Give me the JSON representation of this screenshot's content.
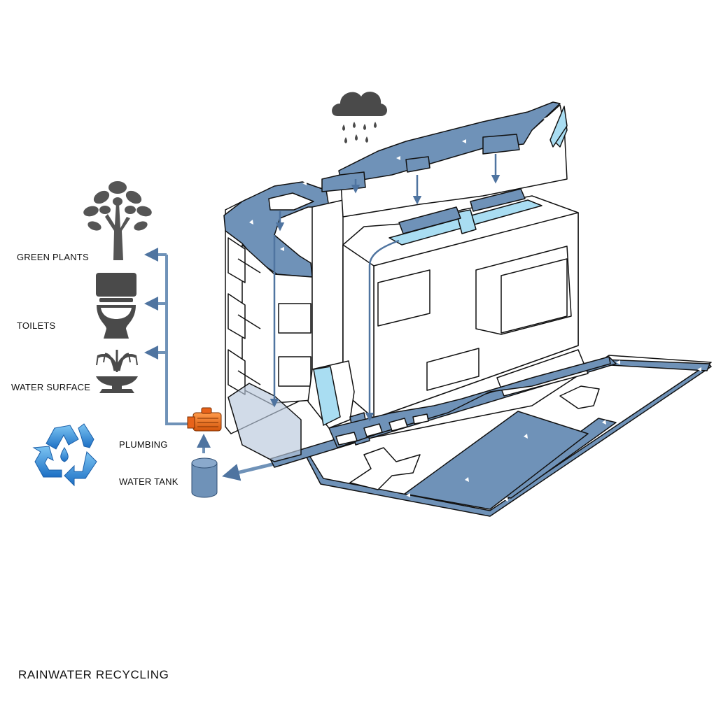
{
  "diagram": {
    "labels": {
      "green_plants": "GREEN PLANTS",
      "toilets": "TOILETS",
      "water_surface": "WATER SURFACE",
      "plumbing": "PLUMBING",
      "water_tank": "WATER TANK"
    },
    "caption": "RAINWATER RECYCLING",
    "colors": {
      "water_flow": "#6f92b8",
      "water_flow_dark": "#4f74a0",
      "water_light": "#a9ddf2",
      "building_line": "#111111",
      "icon_gray": "#4a4a4a",
      "pump": "#f07020",
      "recycle": "#2f86d6"
    },
    "icons": [
      "rain-cloud-icon",
      "tree-icon",
      "toilet-icon",
      "fountain-icon",
      "recycle-icon",
      "pump-icon",
      "water-tank-icon"
    ]
  }
}
